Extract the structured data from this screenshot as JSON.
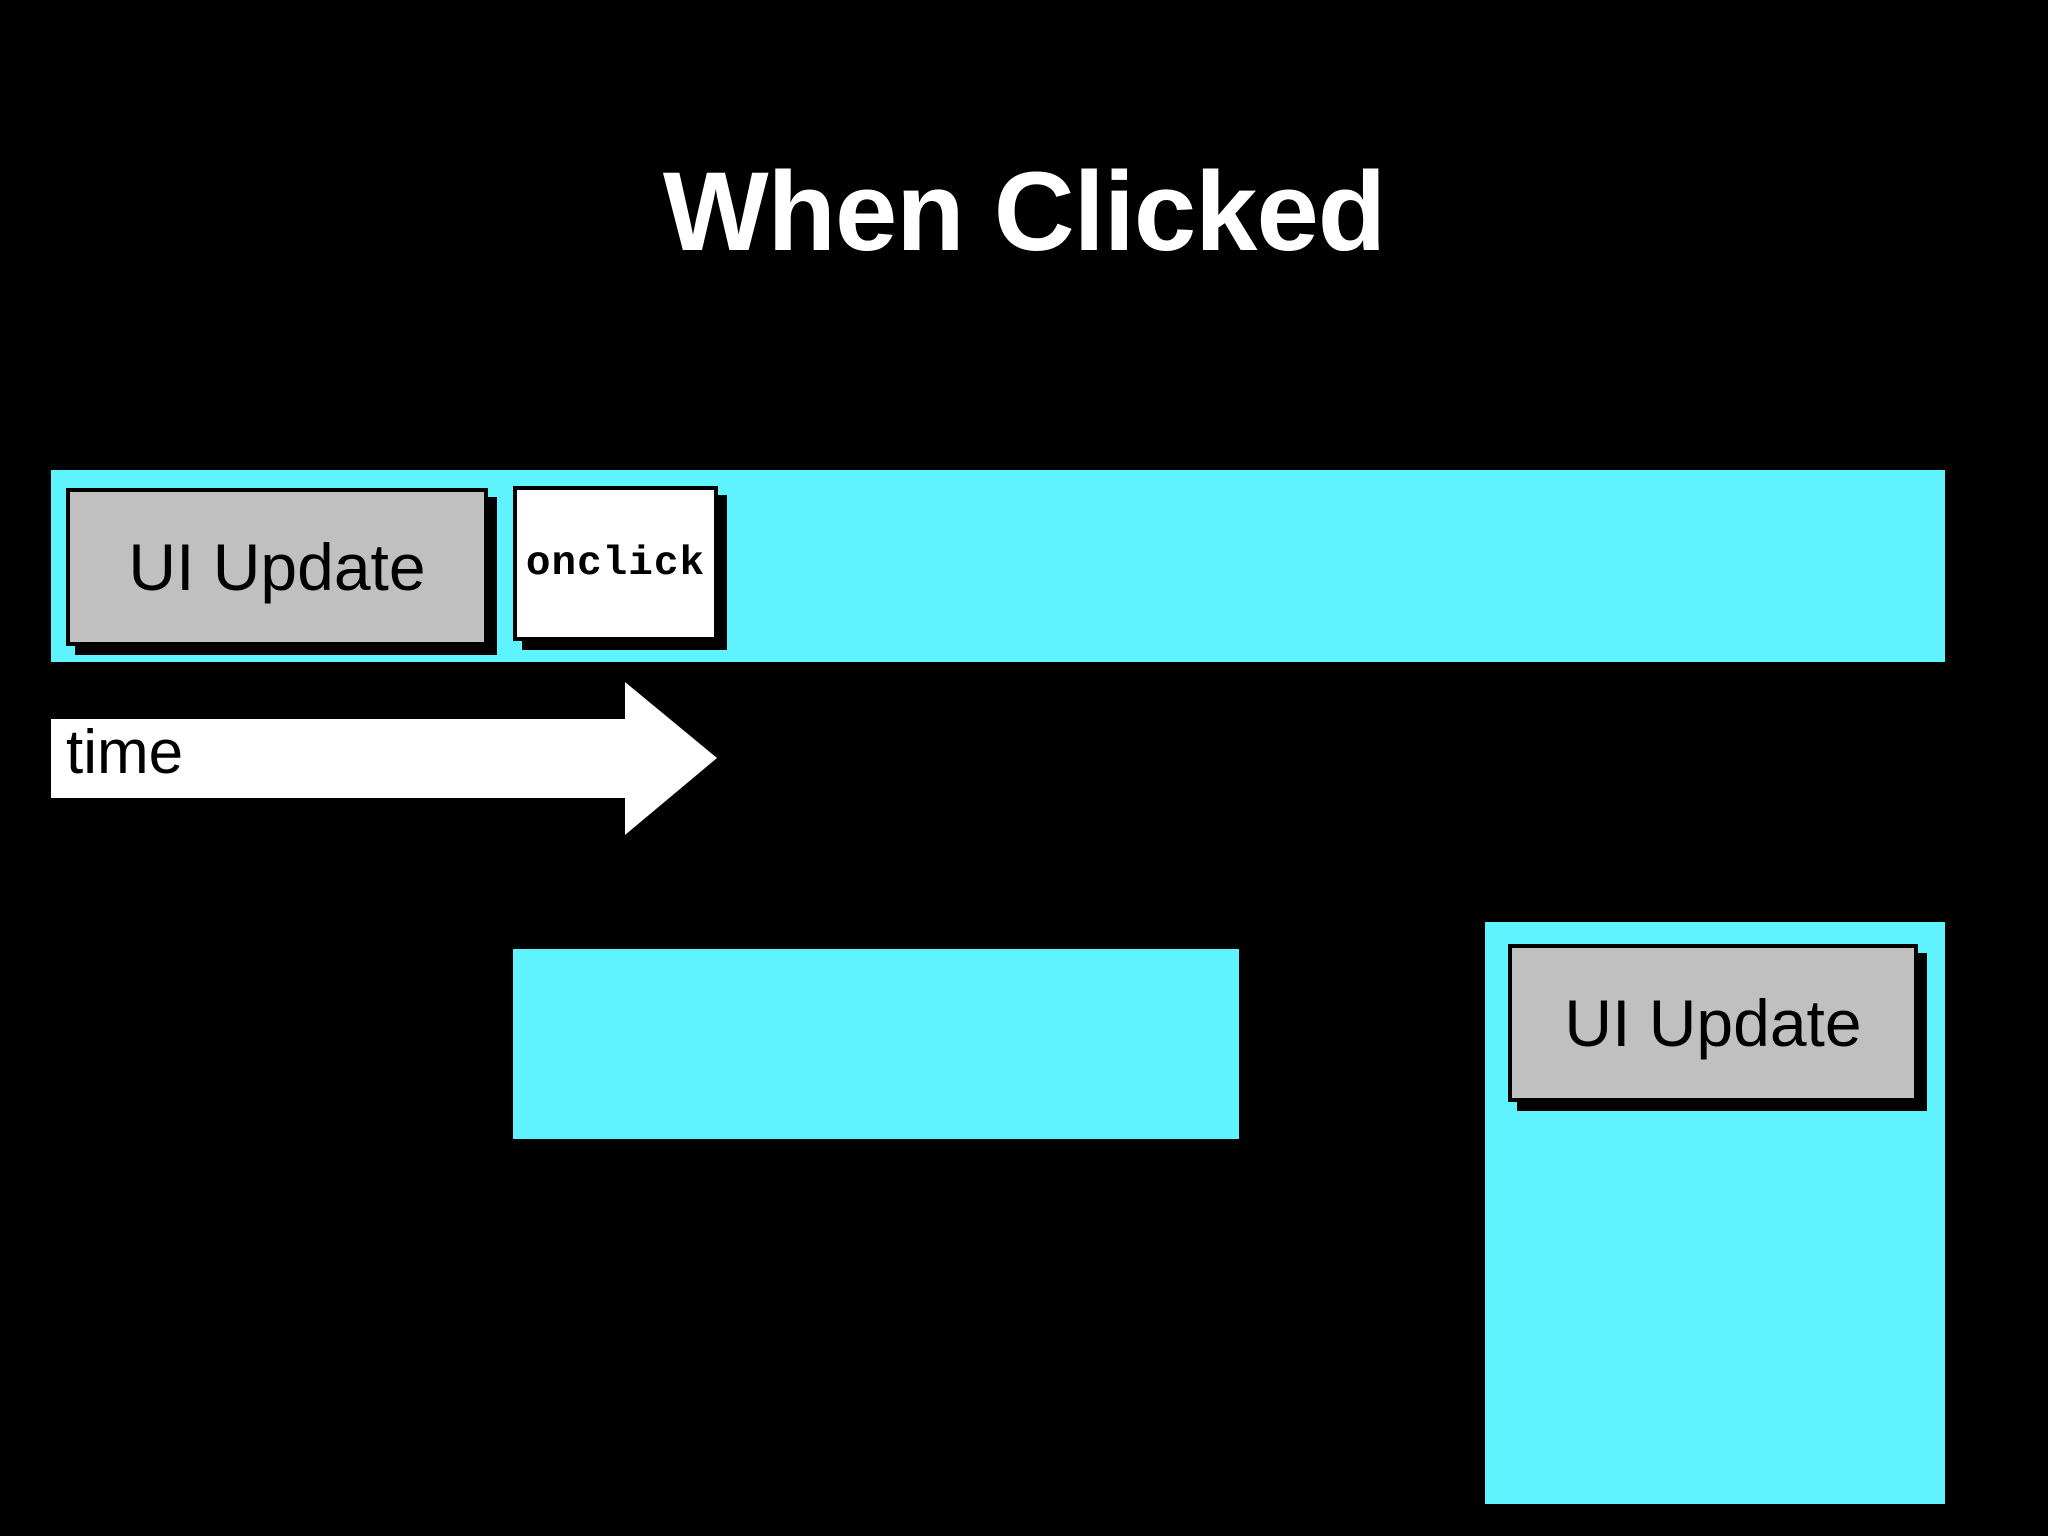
{
  "slide": {
    "background_color": "#000000",
    "accent_color": "#5FF3FF",
    "box_fill_color": "#C0C0C0",
    "title": "When Clicked"
  },
  "timeline": {
    "ui_update_label": "UI Update",
    "onclick_label": "onclick"
  },
  "axis": {
    "time_label": "time",
    "arrow_direction": "right"
  },
  "lower": {
    "right_panel": {
      "ui_update_label": "UI Update"
    }
  }
}
